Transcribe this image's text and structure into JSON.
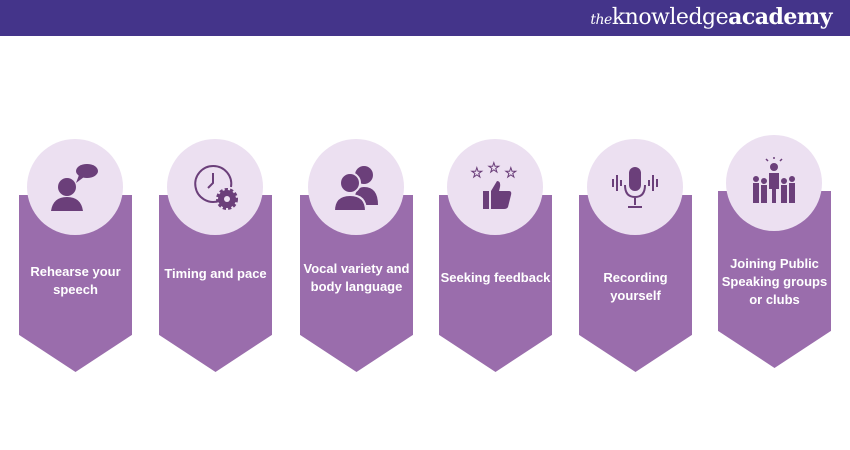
{
  "brand": {
    "prefix": "the",
    "name1": "knowledge",
    "name2": "academy"
  },
  "steps": [
    {
      "label": "Rehearse your speech",
      "icon": "speaking-person-icon"
    },
    {
      "label": "Timing and pace",
      "icon": "clock-gear-icon"
    },
    {
      "label": "Vocal variety and body language",
      "icon": "people-icon"
    },
    {
      "label": "Seeking feedback",
      "icon": "thumbs-up-stars-icon"
    },
    {
      "label": "Recording yourself",
      "icon": "microphone-icon"
    },
    {
      "label": "Joining Public Speaking groups or clubs",
      "icon": "group-speaker-icon"
    }
  ],
  "colors": {
    "header": "#44348a",
    "card": "#9a6dac",
    "circle": "#ece0f1",
    "icon": "#6b3f7a"
  }
}
